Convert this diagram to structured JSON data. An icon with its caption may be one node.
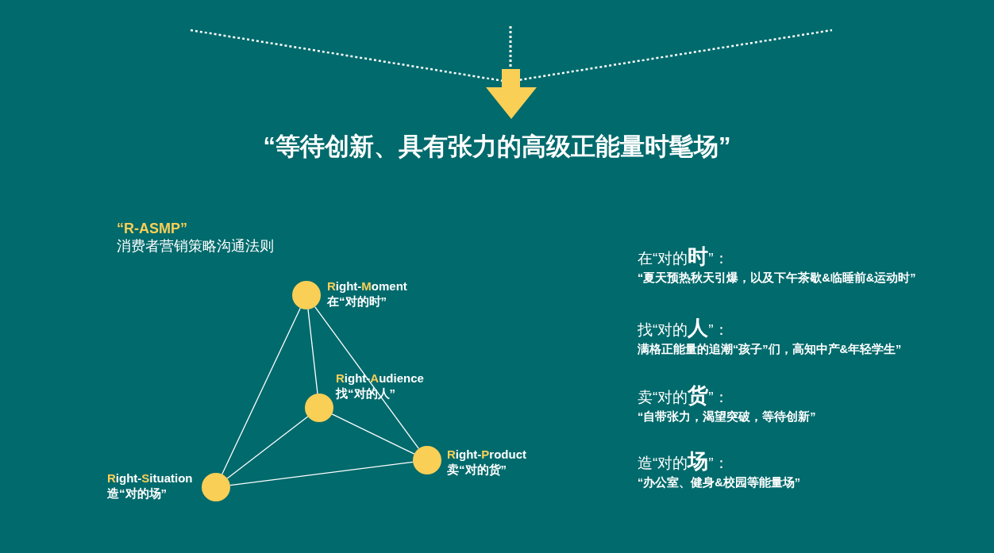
{
  "diagram": {
    "title": "“等待创新、具有张力的高级正能量时髦场”",
    "nodes": [
      {
        "text": [],
        "shape": "circle",
        "beside": [
          "**R**ight-**M**oment",
          "在“对的时”"
        ]
      },
      {
        "text": [],
        "shape": "circle",
        "beside": [
          "**R**ight-**A**udience",
          "找“对的人”"
        ]
      },
      {
        "text": [],
        "shape": "circle",
        "beside": [
          "**R**ight-**P**roduct",
          "卖“对的货”"
        ]
      },
      {
        "text": [],
        "shape": "circle",
        "beside": [
          "**R**ight-**S**ituation",
          "造“对的场”"
        ]
      }
    ],
    "edges": [
      {
        "from": 0,
        "to": 3,
        "arrow": "none"
      },
      {
        "from": 0,
        "to": 1,
        "arrow": "none"
      },
      {
        "from": 0,
        "to": 2,
        "arrow": "none"
      },
      {
        "from": 1,
        "to": 3,
        "arrow": "none"
      },
      {
        "from": 1,
        "to": 2,
        "arrow": "none"
      },
      {
        "from": 3,
        "to": 2,
        "arrow": "none"
      }
    ],
    "labels": [
      "“R-ASMP”",
      "消费者营销策略沟通法则",
      "在“对的**时**”：",
      "“夏天预热秋天引爆，以及下午茶歇&临睡前&运动时”",
      "找“对的**人**”：",
      "满格正能量的追潮“孩子”们，高知中产&年轻学生”",
      "卖“对的**货**”：",
      "“自带张力，渴望突破，等待创新”",
      "造“对的**场**”：",
      "“办公室、健身&校园等能量场”"
    ]
  }
}
